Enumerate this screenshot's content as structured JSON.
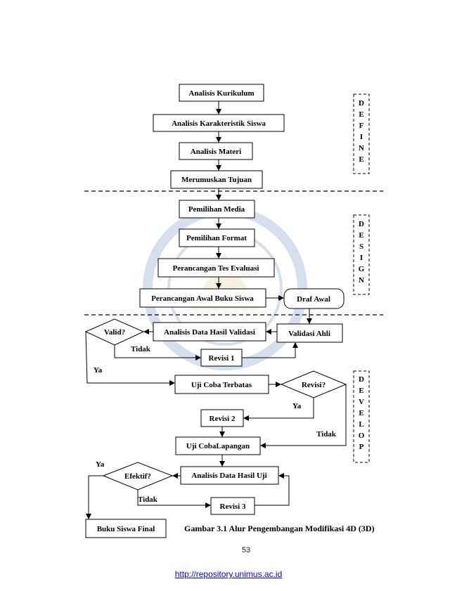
{
  "nodes": {
    "analisis_kurikulum": "Analisis Kurikulum",
    "analisis_karakteristik": "Analisis Karakteristik Siswa",
    "analisis_materi": "Analisis Materi",
    "merumuskan_tujuan": "Merumuskan Tujuan",
    "pemilihan_media": "Pemilihan Media",
    "pemilihan_format": "Pemilihan Format",
    "perancangan_tes": "Perancangan Tes Evaluasi",
    "perancangan_awal": "Perancangan Awal Buku Siswa",
    "draf_awal": "Draf Awal",
    "validasi_ahli": "Validasi Ahli",
    "analisis_validasi": "Analisis Data Hasil Validasi",
    "valid": "Valid?",
    "revisi_1": "Revisi 1",
    "uji_coba_terbatas": "Uji Coba Terbatas",
    "revisi_q": "Revisi?",
    "revisi_2": "Revisi 2",
    "uji_coba_lapangan": "Uji CobaLapangan",
    "analisis_uji": "Analisis Data Hasil Uji",
    "efektif": "Efektif?",
    "revisi_3": "Revisi 3",
    "buku_final": "Buku Siswa Final"
  },
  "edge_labels": {
    "tidak_valid": "Tidak",
    "ya_valid": "Ya",
    "ya_revisi": "Ya",
    "tidak_revisi": "Tidak",
    "ya_efektif": "Ya",
    "tidak_efektif": "Tidak"
  },
  "phases": {
    "define": [
      "D",
      "E",
      "F",
      "I",
      "N",
      "E"
    ],
    "design": [
      "D",
      "E",
      "S",
      "I",
      "G",
      "N"
    ],
    "develop": [
      "D",
      "E",
      "V",
      "E",
      "L",
      "O",
      "P"
    ]
  },
  "caption": "Gambar 3.1 Alur Pengembangan Modifikasi 4D (3D)",
  "page_number": "53",
  "footer_link": "http://repository.unimus.ac.id"
}
